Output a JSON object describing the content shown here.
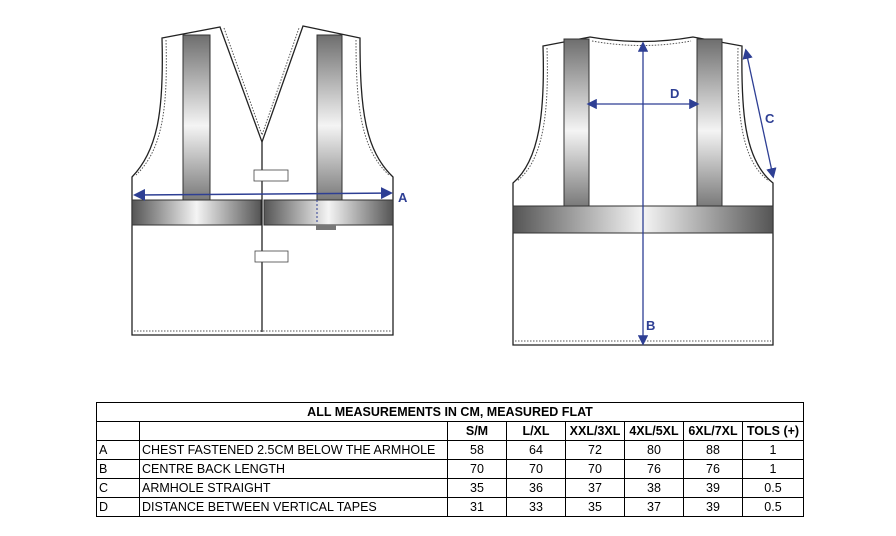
{
  "diagram": {
    "dimension_labels": {
      "A": "A",
      "B": "B",
      "C": "C",
      "D": "D"
    },
    "colors": {
      "dimension": "#2e3f94",
      "tape": "#8a8a8a",
      "outline": "#222222"
    }
  },
  "table": {
    "title": "ALL MEASUREMENTS IN CM, MEASURED FLAT",
    "columns": [
      "S/M",
      "L/XL",
      "XXL/3XL",
      "4XL/5XL",
      "6XL/7XL",
      "TOLS (+)"
    ],
    "rows": [
      {
        "code": "A",
        "description": "CHEST FASTENED 2.5CM BELOW THE ARMHOLE",
        "values": [
          "58",
          "64",
          "72",
          "80",
          "88",
          "1"
        ]
      },
      {
        "code": "B",
        "description": "CENTRE BACK LENGTH",
        "values": [
          "70",
          "70",
          "70",
          "76",
          "76",
          "1"
        ]
      },
      {
        "code": "C",
        "description": "ARMHOLE STRAIGHT",
        "values": [
          "35",
          "36",
          "37",
          "38",
          "39",
          "0.5"
        ]
      },
      {
        "code": "D",
        "description": "DISTANCE BETWEEN VERTICAL TAPES",
        "values": [
          "31",
          "33",
          "35",
          "37",
          "39",
          "0.5"
        ]
      }
    ]
  }
}
